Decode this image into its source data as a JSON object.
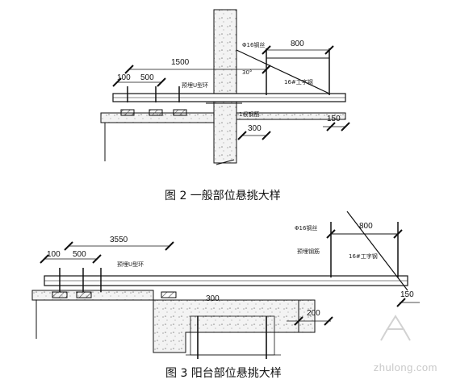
{
  "figure2": {
    "caption": "图 2  一般部位悬挑大样",
    "dims": {
      "d1500": "1500",
      "d800": "800",
      "d500": "500",
      "d300": "300",
      "d150": "150",
      "d100": "100"
    },
    "notes": {
      "rod": "Φ16钢丝",
      "angle": "30°",
      "beam": "16#工字钢",
      "anchor": "预埋U型环",
      "ring": "1根钢筋"
    }
  },
  "figure3": {
    "caption": "图 3  阳台部位悬挑大样",
    "dims": {
      "d3550": "3550",
      "d800": "800",
      "d500": "500",
      "d300": "300",
      "d200": "200",
      "d150": "150",
      "d100": "100"
    },
    "notes": {
      "rod": "Φ16钢丝",
      "beam": "16#工字钢",
      "anchor": "预埋U型环",
      "ring": "预埋钢筋"
    }
  },
  "watermark": "zhulong.com",
  "colors": {
    "line": "#111111",
    "hatch": "#555555",
    "concrete": "#e9e9e9",
    "watermark": "#c9c9c9"
  }
}
